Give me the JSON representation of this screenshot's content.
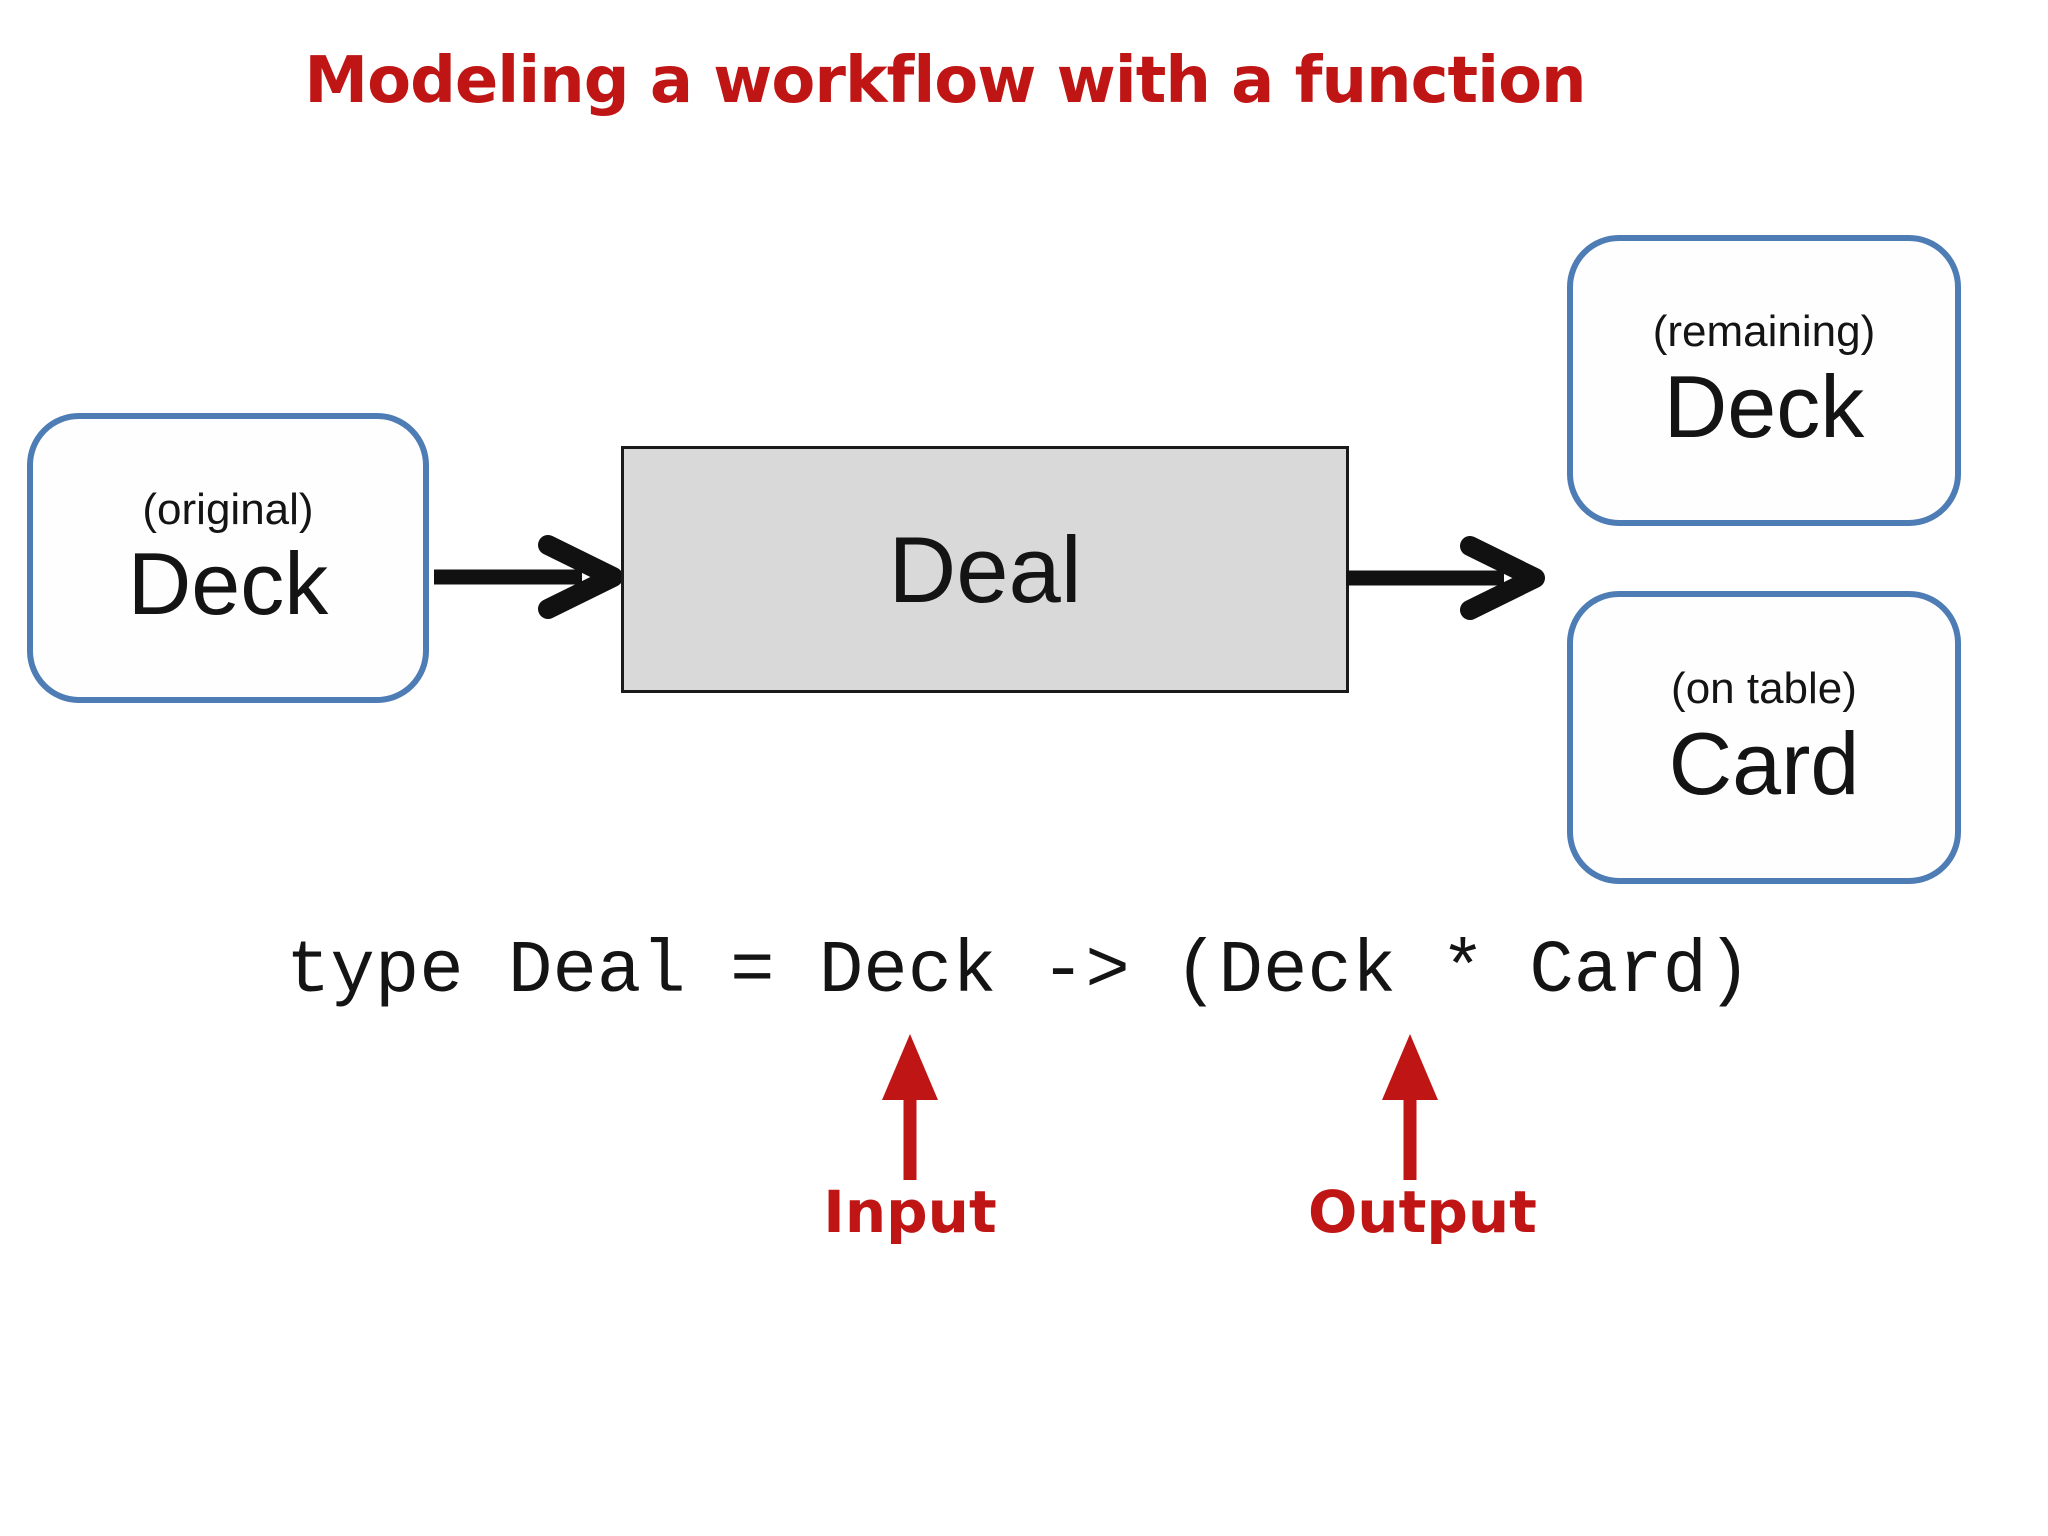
{
  "title": "Modeling a workflow with a function",
  "diagram": {
    "input_box": {
      "qualifier": "(original)",
      "label": "Deck"
    },
    "process_box": {
      "label": "Deal"
    },
    "output_boxes": [
      {
        "qualifier": "(remaining)",
        "label": "Deck"
      },
      {
        "qualifier": "(on table)",
        "label": "Card"
      }
    ]
  },
  "code": {
    "text": "type Deal = Deck -> (Deck * Card)"
  },
  "annotations": {
    "input": "Input",
    "output": "Output"
  },
  "colors": {
    "title_red": "#c01515",
    "annotation_red": "#c01515",
    "box_border_blue": "#4e7cb5",
    "process_fill_gray": "#d9d9d9",
    "arrow_black": "#111111"
  }
}
